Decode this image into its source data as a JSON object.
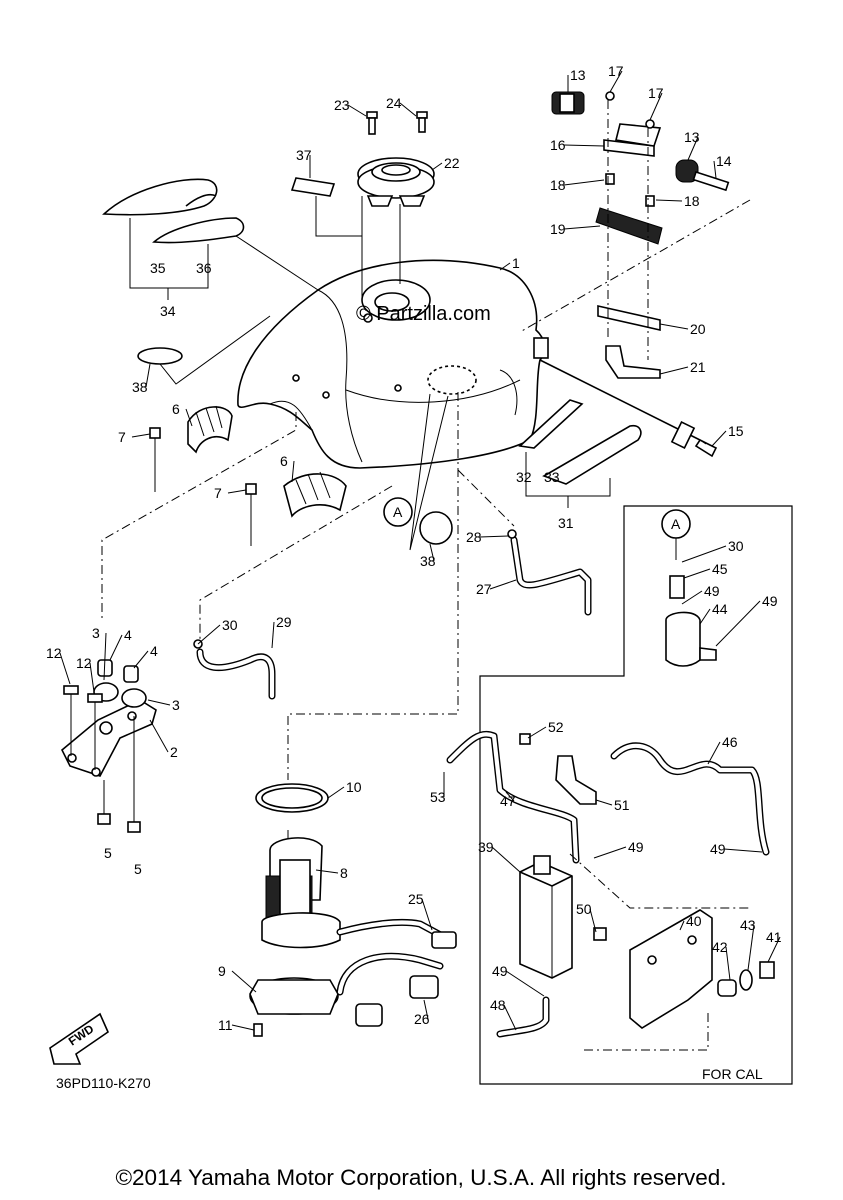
{
  "diagram": {
    "code": "36PD110-K270",
    "watermark": "© Partzilla.com",
    "fwd_label": "FWD",
    "region_note": "FOR CAL",
    "circle_ref": "A",
    "copyright": "©2014 Yamaha Motor Corporation, U.S.A. All rights reserved."
  },
  "callouts": [
    {
      "n": "1"
    },
    {
      "n": "2"
    },
    {
      "n": "3"
    },
    {
      "n": "3"
    },
    {
      "n": "4"
    },
    {
      "n": "4"
    },
    {
      "n": "5"
    },
    {
      "n": "5"
    },
    {
      "n": "6"
    },
    {
      "n": "6"
    },
    {
      "n": "7"
    },
    {
      "n": "7"
    },
    {
      "n": "8"
    },
    {
      "n": "9"
    },
    {
      "n": "10"
    },
    {
      "n": "11"
    },
    {
      "n": "12"
    },
    {
      "n": "12"
    },
    {
      "n": "13"
    },
    {
      "n": "13"
    },
    {
      "n": "14"
    },
    {
      "n": "15"
    },
    {
      "n": "16"
    },
    {
      "n": "17"
    },
    {
      "n": "17"
    },
    {
      "n": "18"
    },
    {
      "n": "18"
    },
    {
      "n": "19"
    },
    {
      "n": "20"
    },
    {
      "n": "21"
    },
    {
      "n": "22"
    },
    {
      "n": "23"
    },
    {
      "n": "24"
    },
    {
      "n": "25"
    },
    {
      "n": "26"
    },
    {
      "n": "27"
    },
    {
      "n": "28"
    },
    {
      "n": "29"
    },
    {
      "n": "30"
    },
    {
      "n": "30"
    },
    {
      "n": "31"
    },
    {
      "n": "32"
    },
    {
      "n": "33"
    },
    {
      "n": "34"
    },
    {
      "n": "35"
    },
    {
      "n": "36"
    },
    {
      "n": "37"
    },
    {
      "n": "38"
    },
    {
      "n": "38"
    },
    {
      "n": "39"
    },
    {
      "n": "40"
    },
    {
      "n": "41"
    },
    {
      "n": "42"
    },
    {
      "n": "43"
    },
    {
      "n": "44"
    },
    {
      "n": "45"
    },
    {
      "n": "46"
    },
    {
      "n": "47"
    },
    {
      "n": "48"
    },
    {
      "n": "49"
    },
    {
      "n": "49"
    },
    {
      "n": "49"
    },
    {
      "n": "49"
    },
    {
      "n": "49"
    },
    {
      "n": "50"
    },
    {
      "n": "51"
    },
    {
      "n": "52"
    },
    {
      "n": "53"
    }
  ]
}
